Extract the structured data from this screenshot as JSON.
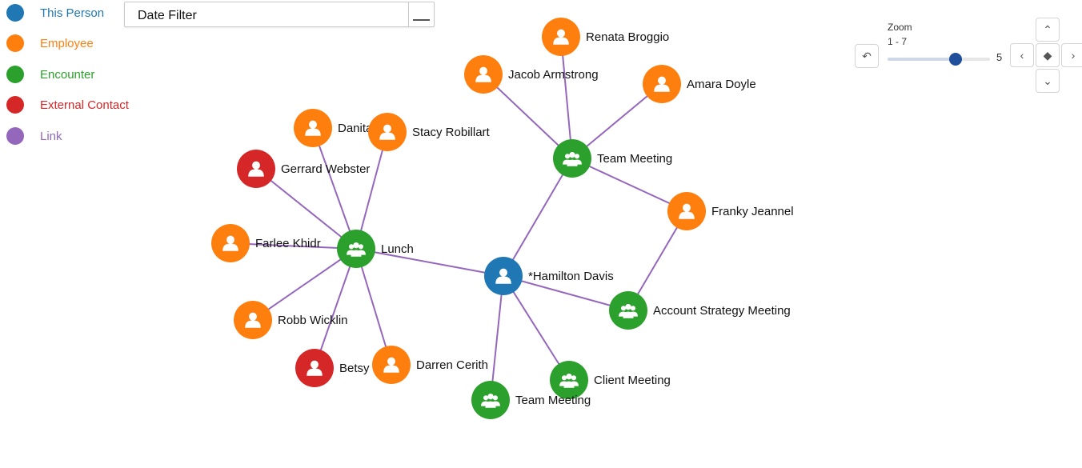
{
  "legend": [
    {
      "label": "This Person",
      "color": "#1f77b4"
    },
    {
      "label": "Employee",
      "color": "#ff7f0e"
    },
    {
      "label": "Encounter",
      "color": "#2ca02c"
    },
    {
      "label": "External Contact",
      "color": "#d62728"
    },
    {
      "label": "Link",
      "color": "#9467bd"
    }
  ],
  "date_filter": {
    "label": "Date Filter"
  },
  "zoom": {
    "title": "Zoom",
    "range": "1 - 7",
    "value": 5,
    "min": 1,
    "max": 7
  },
  "graph": {
    "colors": {
      "this": "#1f77b4",
      "employee": "#ff7f0e",
      "encounter": "#2ca02c",
      "external": "#d62728",
      "link": "#9467bd"
    },
    "nodes": [
      {
        "id": "hamilton",
        "label": "*Hamilton Davis",
        "type": "this"
      },
      {
        "id": "lunch",
        "label": "Lunch",
        "type": "encounter"
      },
      {
        "id": "team1",
        "label": "Team Meeting",
        "type": "encounter"
      },
      {
        "id": "acct",
        "label": "Account Strategy Meeting",
        "type": "encounter"
      },
      {
        "id": "client",
        "label": "Client Meeting",
        "type": "encounter"
      },
      {
        "id": "team2",
        "label": "Team Meeting",
        "type": "encounter"
      },
      {
        "id": "renata",
        "label": "Renata Broggio",
        "type": "employee"
      },
      {
        "id": "jacob",
        "label": "Jacob Armstrong",
        "type": "employee"
      },
      {
        "id": "amara",
        "label": "Amara Doyle",
        "type": "employee"
      },
      {
        "id": "franky",
        "label": "Franky Jeannel",
        "type": "employee"
      },
      {
        "id": "danita",
        "label": "Danita",
        "type": "employee"
      },
      {
        "id": "stacy",
        "label": "Stacy Robillart",
        "type": "employee"
      },
      {
        "id": "gerrard",
        "label": "Gerrard Webster",
        "type": "external"
      },
      {
        "id": "farlee",
        "label": "Farlee Khidr",
        "type": "employee"
      },
      {
        "id": "robb",
        "label": "Robb Wicklin",
        "type": "employee"
      },
      {
        "id": "betsy",
        "label": "Betsy Chen",
        "type": "external"
      },
      {
        "id": "darren",
        "label": "Darren Cerith",
        "type": "employee"
      }
    ],
    "links": [
      [
        "hamilton",
        "lunch"
      ],
      [
        "hamilton",
        "team1"
      ],
      [
        "hamilton",
        "acct"
      ],
      [
        "hamilton",
        "client"
      ],
      [
        "hamilton",
        "team2"
      ],
      [
        "team1",
        "renata"
      ],
      [
        "team1",
        "jacob"
      ],
      [
        "team1",
        "amara"
      ],
      [
        "team1",
        "franky"
      ],
      [
        "acct",
        "franky"
      ],
      [
        "lunch",
        "danita"
      ],
      [
        "lunch",
        "stacy"
      ],
      [
        "lunch",
        "gerrard"
      ],
      [
        "lunch",
        "farlee"
      ],
      [
        "lunch",
        "robb"
      ],
      [
        "lunch",
        "betsy"
      ],
      [
        "lunch",
        "darren"
      ]
    ]
  }
}
